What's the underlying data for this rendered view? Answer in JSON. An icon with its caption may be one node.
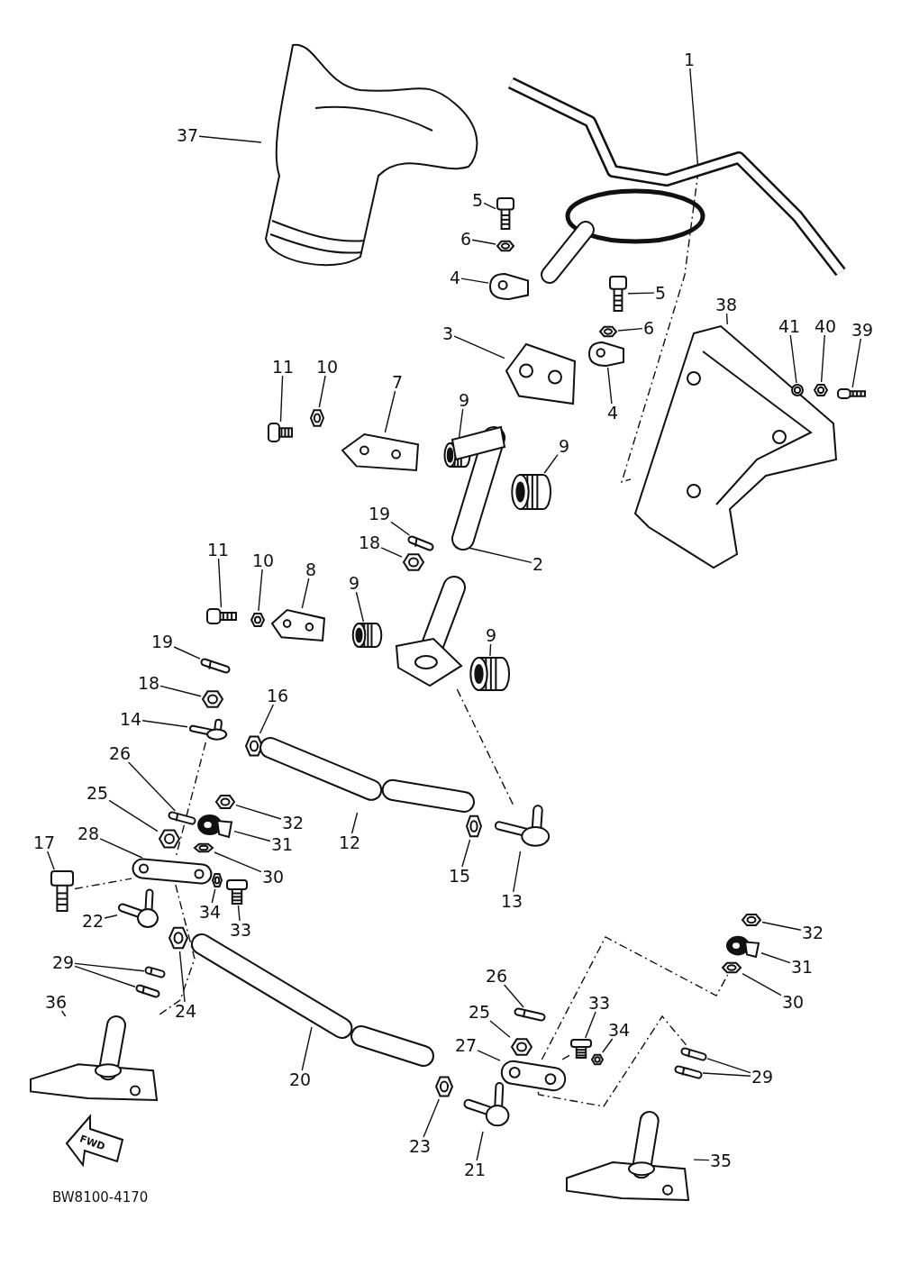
{
  "diagram": {
    "nodes": [
      {
        "text": [
          "37"
        ]
      },
      {
        "text": [],
        "shape": "picture"
      },
      {
        "text": [
          "1"
        ]
      },
      {
        "text": [],
        "shape": "picture"
      },
      {
        "text": [
          "5"
        ]
      },
      {
        "text": [],
        "shape": "picture"
      },
      {
        "text": [
          "6"
        ]
      },
      {
        "text": [],
        "shape": "picture"
      },
      {
        "text": [
          "4"
        ]
      },
      {
        "text": [],
        "shape": "picture"
      },
      {
        "text": [
          "5"
        ]
      },
      {
        "text": [],
        "shape": "picture"
      },
      {
        "text": [
          "6"
        ]
      },
      {
        "text": [],
        "shape": "picture"
      },
      {
        "text": [
          "4"
        ]
      },
      {
        "text": [],
        "shape": "picture"
      },
      {
        "text": [
          "3"
        ]
      },
      {
        "text": [],
        "shape": "picture"
      },
      {
        "text": [
          "38"
        ]
      },
      {
        "text": [],
        "shape": "picture"
      },
      {
        "text": [
          "41"
        ]
      },
      {
        "text": [],
        "shape": "picture"
      },
      {
        "text": [
          "40"
        ]
      },
      {
        "text": [],
        "shape": "picture"
      },
      {
        "text": [
          "39"
        ]
      },
      {
        "text": [],
        "shape": "picture"
      },
      {
        "text": [
          "11"
        ]
      },
      {
        "text": [],
        "shape": "picture"
      },
      {
        "text": [
          "10"
        ]
      },
      {
        "text": [],
        "shape": "picture"
      },
      {
        "text": [
          "7"
        ]
      },
      {
        "text": [],
        "shape": "picture"
      },
      {
        "text": [
          "9"
        ]
      },
      {
        "text": [],
        "shape": "picture"
      },
      {
        "text": [
          "9"
        ]
      },
      {
        "text": [],
        "shape": "picture"
      },
      {
        "text": [
          "2"
        ]
      },
      {
        "text": [],
        "shape": "picture"
      },
      {
        "text": [
          "19"
        ]
      },
      {
        "text": [],
        "shape": "picture"
      },
      {
        "text": [
          "18"
        ]
      },
      {
        "text": [],
        "shape": "picture"
      },
      {
        "text": [
          "11"
        ]
      },
      {
        "text": [],
        "shape": "picture"
      },
      {
        "text": [
          "10"
        ]
      },
      {
        "text": [],
        "shape": "picture"
      },
      {
        "text": [
          "8"
        ]
      },
      {
        "text": [],
        "shape": "picture"
      },
      {
        "text": [
          "9"
        ]
      },
      {
        "text": [],
        "shape": "picture"
      },
      {
        "text": [
          "9"
        ]
      },
      {
        "text": [],
        "shape": "picture"
      },
      {
        "text": [],
        "shape": "picture"
      },
      {
        "text": [
          "19"
        ]
      },
      {
        "text": [],
        "shape": "picture"
      },
      {
        "text": [
          "18"
        ]
      },
      {
        "text": [],
        "shape": "picture"
      },
      {
        "text": [
          "14"
        ]
      },
      {
        "text": [],
        "shape": "picture"
      },
      {
        "text": [
          "16"
        ]
      },
      {
        "text": [],
        "shape": "picture"
      },
      {
        "text": [
          "12"
        ]
      },
      {
        "text": [],
        "shape": "picture"
      },
      {
        "text": [
          "32"
        ]
      },
      {
        "text": [],
        "shape": "picture"
      },
      {
        "text": [
          "26"
        ]
      },
      {
        "text": [],
        "shape": "picture"
      },
      {
        "text": [
          "25"
        ]
      },
      {
        "text": [],
        "shape": "picture"
      },
      {
        "text": [
          "31"
        ]
      },
      {
        "text": [],
        "shape": "picture"
      },
      {
        "text": [
          "30"
        ]
      },
      {
        "text": [],
        "shape": "picture"
      },
      {
        "text": [
          "28"
        ]
      },
      {
        "text": [],
        "shape": "picture"
      },
      {
        "text": [
          "17"
        ]
      },
      {
        "text": [],
        "shape": "picture"
      },
      {
        "text": [
          "34"
        ]
      },
      {
        "text": [],
        "shape": "picture"
      },
      {
        "text": [
          "33"
        ]
      },
      {
        "text": [],
        "shape": "picture"
      },
      {
        "text": [
          "22"
        ]
      },
      {
        "text": [],
        "shape": "picture"
      },
      {
        "text": [
          "13"
        ]
      },
      {
        "text": [],
        "shape": "picture"
      },
      {
        "text": [
          "15"
        ]
      },
      {
        "text": [],
        "shape": "picture"
      },
      {
        "text": [
          "29"
        ]
      },
      {
        "text": [],
        "shape": "picture"
      },
      {
        "text": [],
        "shape": "picture"
      },
      {
        "text": [
          "24"
        ]
      },
      {
        "text": [],
        "shape": "picture"
      },
      {
        "text": [
          "36"
        ]
      },
      {
        "text": [],
        "shape": "picture"
      },
      {
        "text": [
          "20"
        ]
      },
      {
        "text": [],
        "shape": "picture"
      },
      {
        "text": [
          "23"
        ]
      },
      {
        "text": [],
        "shape": "picture"
      },
      {
        "text": [
          "21"
        ]
      },
      {
        "text": [],
        "shape": "picture"
      },
      {
        "text": [
          "26"
        ]
      },
      {
        "text": [],
        "shape": "picture"
      },
      {
        "text": [
          "25"
        ]
      },
      {
        "text": [],
        "shape": "picture"
      },
      {
        "text": [
          "27"
        ]
      },
      {
        "text": [],
        "shape": "picture"
      },
      {
        "text": [
          "33"
        ]
      },
      {
        "text": [],
        "shape": "picture"
      },
      {
        "text": [
          "34"
        ]
      },
      {
        "text": [],
        "shape": "picture"
      },
      {
        "text": [
          "32"
        ]
      },
      {
        "text": [],
        "shape": "picture"
      },
      {
        "text": [
          "31"
        ]
      },
      {
        "text": [],
        "shape": "picture"
      },
      {
        "text": [
          "30"
        ]
      },
      {
        "text": [],
        "shape": "picture"
      },
      {
        "text": [
          "29"
        ]
      },
      {
        "text": [],
        "shape": "picture"
      },
      {
        "text": [],
        "shape": "picture"
      },
      {
        "text": [
          "35"
        ]
      },
      {
        "text": [],
        "shape": "picture"
      }
    ],
    "edges": [
      {
        "from": 0,
        "to": 1,
        "arrow": "none"
      },
      {
        "from": 2,
        "to": 3,
        "arrow": "none"
      },
      {
        "from": 4,
        "to": 5,
        "arrow": "none"
      },
      {
        "from": 6,
        "to": 7,
        "arrow": "none"
      },
      {
        "from": 8,
        "to": 9,
        "arrow": "none"
      },
      {
        "from": 10,
        "to": 11,
        "arrow": "none"
      },
      {
        "from": 12,
        "to": 13,
        "arrow": "none"
      },
      {
        "from": 14,
        "to": 15,
        "arrow": "none"
      },
      {
        "from": 16,
        "to": 17,
        "arrow": "none"
      },
      {
        "from": 18,
        "to": 19,
        "arrow": "none"
      },
      {
        "from": 20,
        "to": 21,
        "arrow": "none"
      },
      {
        "from": 22,
        "to": 23,
        "arrow": "none"
      },
      {
        "from": 24,
        "to": 25,
        "arrow": "none"
      },
      {
        "from": 26,
        "to": 27,
        "arrow": "none"
      },
      {
        "from": 28,
        "to": 29,
        "arrow": "none"
      },
      {
        "from": 30,
        "to": 31,
        "arrow": "none"
      },
      {
        "from": 32,
        "to": 33,
        "arrow": "none"
      },
      {
        "from": 34,
        "to": 35,
        "arrow": "none"
      },
      {
        "from": 36,
        "to": 37,
        "arrow": "none"
      },
      {
        "from": 38,
        "to": 39,
        "arrow": "none"
      },
      {
        "from": 40,
        "to": 41,
        "arrow": "none"
      },
      {
        "from": 42,
        "to": 43,
        "arrow": "none"
      },
      {
        "from": 44,
        "to": 45,
        "arrow": "none"
      },
      {
        "from": 46,
        "to": 47,
        "arrow": "none"
      },
      {
        "from": 48,
        "to": 49,
        "arrow": "none"
      },
      {
        "from": 50,
        "to": 51,
        "arrow": "none"
      },
      {
        "from": 53,
        "to": 54,
        "arrow": "none"
      },
      {
        "from": 55,
        "to": 56,
        "arrow": "none"
      },
      {
        "from": 57,
        "to": 58,
        "arrow": "none"
      },
      {
        "from": 59,
        "to": 60,
        "arrow": "none"
      },
      {
        "from": 61,
        "to": 62,
        "arrow": "none"
      },
      {
        "from": 63,
        "to": 64,
        "arrow": "none"
      },
      {
        "from": 65,
        "to": 66,
        "arrow": "none"
      },
      {
        "from": 67,
        "to": 68,
        "arrow": "none"
      },
      {
        "from": 69,
        "to": 70,
        "arrow": "none"
      },
      {
        "from": 71,
        "to": 72,
        "arrow": "none"
      },
      {
        "from": 73,
        "to": 74,
        "arrow": "none"
      },
      {
        "from": 75,
        "to": 76,
        "arrow": "none"
      },
      {
        "from": 77,
        "to": 78,
        "arrow": "none"
      },
      {
        "from": 79,
        "to": 80,
        "arrow": "none"
      },
      {
        "from": 81,
        "to": 82,
        "arrow": "none"
      },
      {
        "from": 83,
        "to": 84,
        "arrow": "none"
      },
      {
        "from": 85,
        "to": 86,
        "arrow": "none"
      },
      {
        "from": 87,
        "to": 88,
        "arrow": "none"
      },
      {
        "from": 87,
        "to": 89,
        "arrow": "none"
      },
      {
        "from": 90,
        "to": 91,
        "arrow": "none"
      },
      {
        "from": 92,
        "to": 93,
        "arrow": "none"
      },
      {
        "from": 94,
        "to": 95,
        "arrow": "none"
      },
      {
        "from": 96,
        "to": 97,
        "arrow": "none"
      },
      {
        "from": 98,
        "to": 99,
        "arrow": "none"
      },
      {
        "from": 100,
        "to": 101,
        "arrow": "none"
      },
      {
        "from": 102,
        "to": 103,
        "arrow": "none"
      },
      {
        "from": 104,
        "to": 105,
        "arrow": "none"
      },
      {
        "from": 106,
        "to": 107,
        "arrow": "none"
      },
      {
        "from": 108,
        "to": 109,
        "arrow": "none"
      },
      {
        "from": 110,
        "to": 111,
        "arrow": "none"
      },
      {
        "from": 112,
        "to": 113,
        "arrow": "none"
      },
      {
        "from": 114,
        "to": 115,
        "arrow": "none"
      },
      {
        "from": 116,
        "to": 117,
        "arrow": "none"
      },
      {
        "from": 116,
        "to": 118,
        "arrow": "none"
      },
      {
        "from": 119,
        "to": 120,
        "arrow": "none"
      },
      {
        "from": 3,
        "to": 19,
        "arrow": "none",
        "style": "dashed"
      },
      {
        "from": 52,
        "to": 84,
        "arrow": "none",
        "style": "dashed"
      },
      {
        "from": 58,
        "to": 74,
        "arrow": "none",
        "style": "dashed"
      },
      {
        "from": 76,
        "to": 74,
        "arrow": "none",
        "style": "dashed"
      },
      {
        "from": 74,
        "to": 93,
        "arrow": "none",
        "style": "dashed"
      },
      {
        "from": 105,
        "to": 115,
        "arrow": "none",
        "style": "dashed"
      },
      {
        "from": 105,
        "to": 117,
        "arrow": "none",
        "style": "dashed"
      },
      {
        "from": 107,
        "to": 105,
        "arrow": "none",
        "style": "dashed"
      }
    ],
    "labels": [
      "FWD",
      "BW8100-4170"
    ]
  }
}
